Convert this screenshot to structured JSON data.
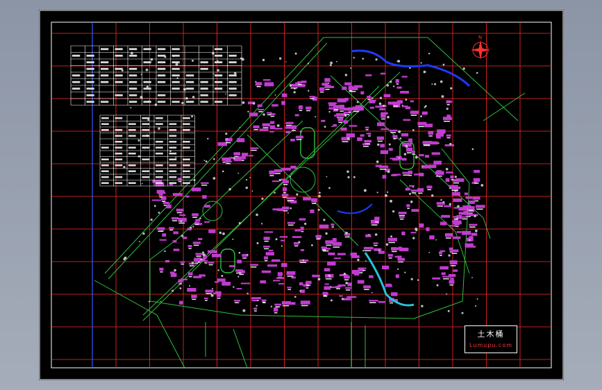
{
  "viewer": {
    "background": "#9aa3b2",
    "sheet_background": "#000000",
    "grid_color": "#ff2a2a",
    "road_color": "#2fbf3f",
    "building_color": "#c23ccf",
    "water_color": "#1f3bff"
  },
  "drawing": {
    "compass_mark": "N"
  },
  "watermark": {
    "brand": "土木桶",
    "url": "Lumupu.com"
  }
}
